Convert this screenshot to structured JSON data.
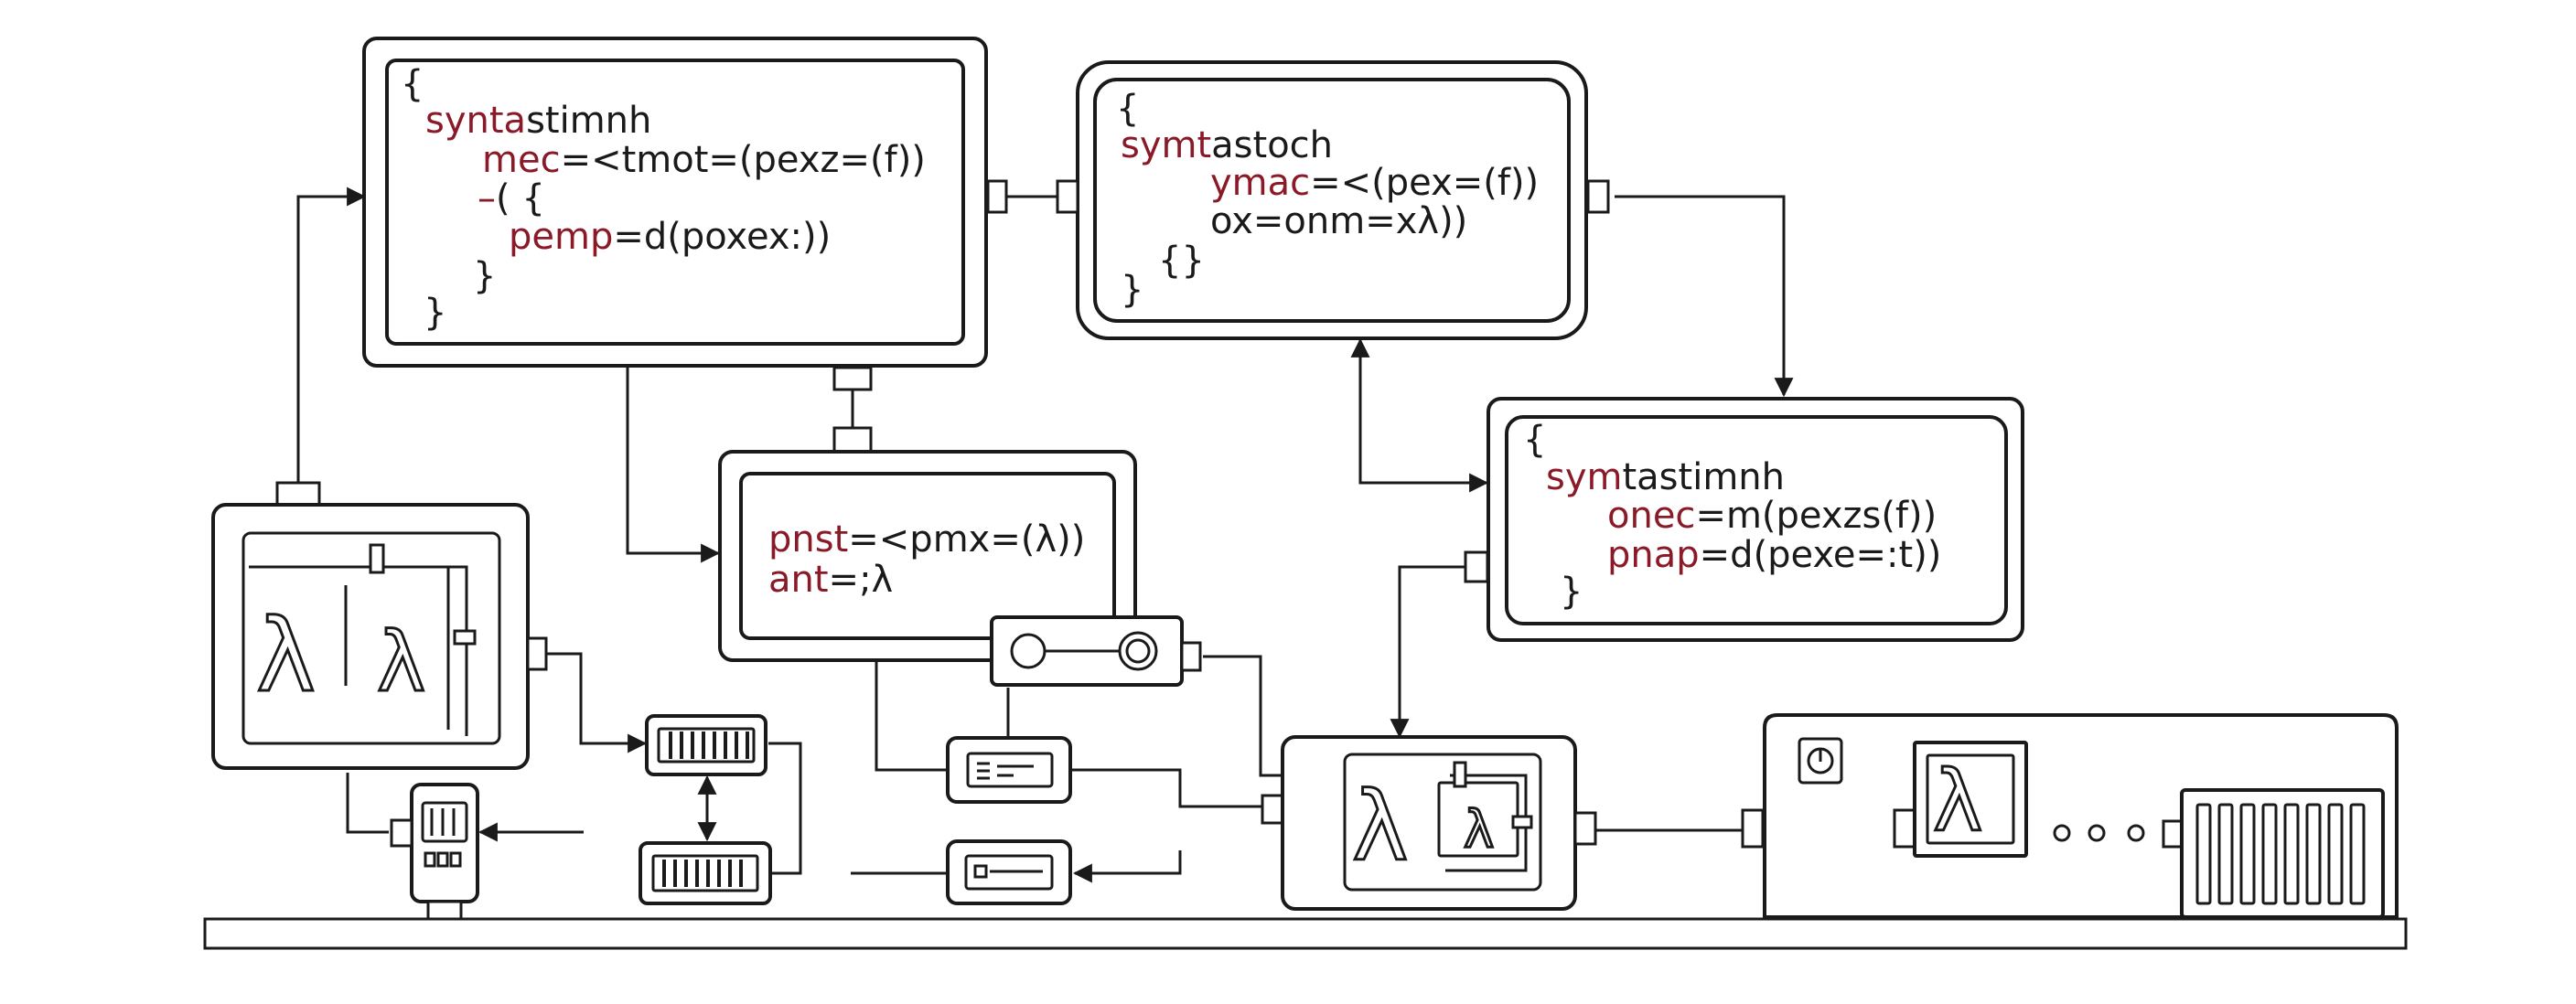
{
  "colors": {
    "ink": "#1a1a1a",
    "keyword": "#8b1a28",
    "background": "#ffffff"
  },
  "code_block_1": {
    "open": "{",
    "line1_kw": "synta",
    "line1_rest": "stimnh",
    "line2_kw": "mec",
    "line2_rest": "=<tmot=(pexz=(f))",
    "line3_kw": "–",
    "line3_rest": "( {",
    "line4_kw": "pemp",
    "line4_rest": "=d(poxex:))",
    "line5": "}",
    "close": "}"
  },
  "code_block_2": {
    "open": "{",
    "line1_kw": "symt",
    "line1_rest": "astoch",
    "line2_kw": "ymac",
    "line2_rest": "=<(pex=(f))",
    "line3": "ox=onm=xλ))",
    "line4": "{}",
    "close": "}"
  },
  "code_block_3": {
    "line1_kw": "pnst",
    "line1_rest": "=<pmx=(λ))",
    "line2_kw": "ant",
    "line2_rest": "=;λ"
  },
  "code_block_4": {
    "open": "{",
    "line1_kw": "sym",
    "line1_rest": "tastimnh",
    "line2_kw": "onec",
    "line2_rest": "=m(pexzs(f))",
    "line3_kw": "pnap",
    "line3_rest": "=d(pexe=:t))",
    "close": "}"
  },
  "lambda_symbol": "λ",
  "icons": [
    "lambda-icon",
    "power-icon",
    "toggle-switch-icon",
    "heatsink-icon",
    "memory-module-icon"
  ]
}
